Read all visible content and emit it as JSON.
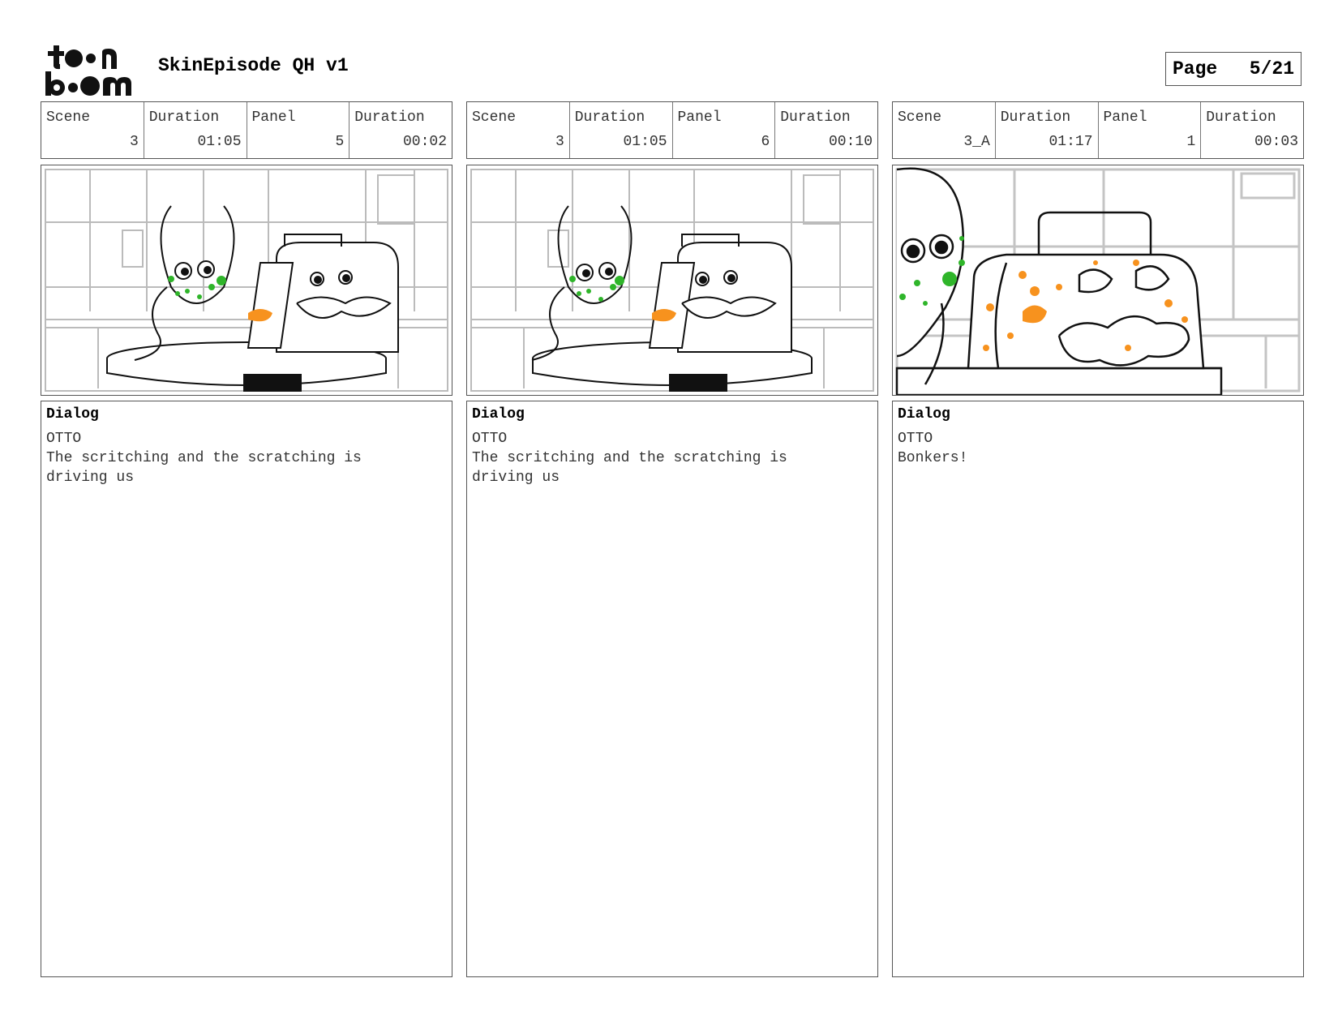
{
  "header": {
    "logo_text": "toonboom",
    "title": "SkinEpisode QH v1",
    "page_label": "Page",
    "page_number": "5/21"
  },
  "colors": {
    "green_marks": "#2fb52a",
    "orange_marks": "#f7921e",
    "border": "#555555"
  },
  "panels": [
    {
      "scene_label": "Scene",
      "scene": "3",
      "scene_duration_label": "Duration",
      "scene_duration": "01:05",
      "panel_label": "Panel",
      "panel": "5",
      "panel_duration_label": "Duration",
      "panel_duration": "00:02",
      "dialog_label": "Dialog",
      "speaker": "OTTO",
      "line": "The scritching and the scratching is driving us"
    },
    {
      "scene_label": "Scene",
      "scene": "3",
      "scene_duration_label": "Duration",
      "scene_duration": "01:05",
      "panel_label": "Panel",
      "panel": "6",
      "panel_duration_label": "Duration",
      "panel_duration": "00:10",
      "dialog_label": "Dialog",
      "speaker": "OTTO",
      "line": "The scritching and the scratching is driving us"
    },
    {
      "scene_label": "Scene",
      "scene": "3_A",
      "scene_duration_label": "Duration",
      "scene_duration": "01:17",
      "panel_label": "Panel",
      "panel": "1",
      "panel_duration_label": "Duration",
      "panel_duration": "00:03",
      "dialog_label": "Dialog",
      "speaker": "OTTO",
      "line": "Bonkers!"
    }
  ]
}
